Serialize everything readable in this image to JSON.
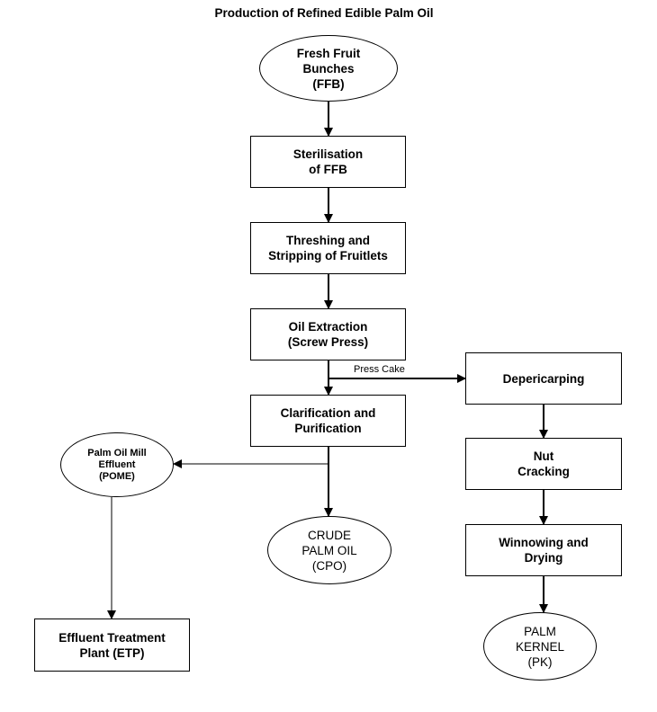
{
  "title": "Production of Refined Edible Palm Oil",
  "nodes": {
    "ffb": "Fresh Fruit\nBunches\n(FFB)",
    "sterilisation": "Sterilisation\nof FFB",
    "threshing": "Threshing and\nStripping of Fruitlets",
    "extraction": "Oil Extraction\n(Screw Press)",
    "clarification": "Clarification and\nPurification",
    "pome": "Palm Oil Mill\nEffluent\n(POME)",
    "cpo": "CRUDE\nPALM OIL\n(CPO)",
    "etp": "Effluent Treatment\nPlant (ETP)",
    "depericarping": "Depericarping",
    "nut_cracking": "Nut\nCracking",
    "winnowing": "Winnowing and\nDrying",
    "pk": "PALM\nKERNEL\n(PK)"
  },
  "edges": {
    "press_cake": "Press Cake"
  }
}
